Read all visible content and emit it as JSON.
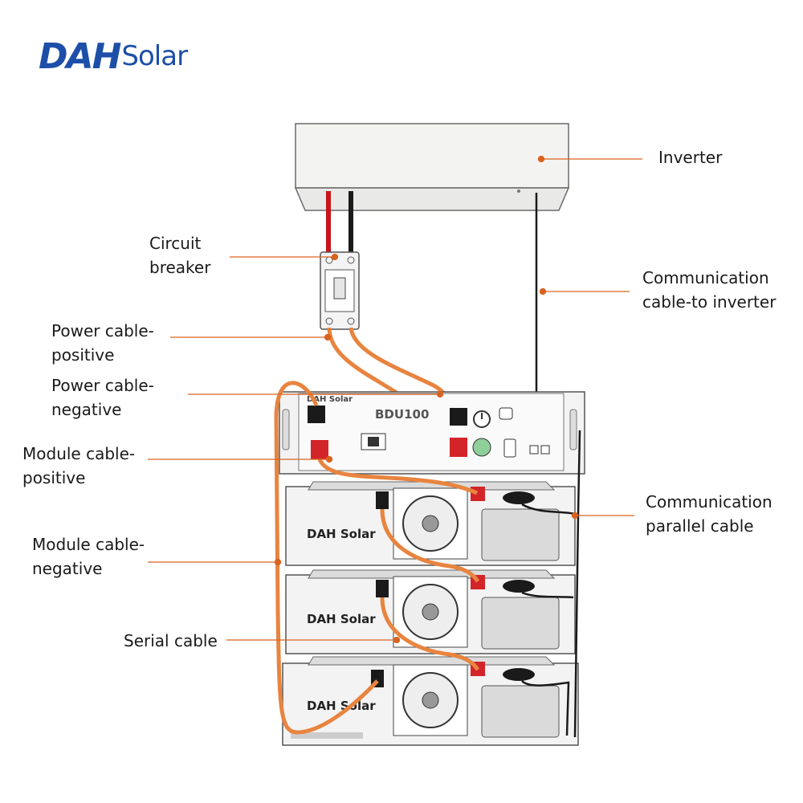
{
  "brand": {
    "mark": "DAH",
    "word": "Solar"
  },
  "labels": {
    "inverter": "Inverter",
    "circuit_breaker": [
      "Circuit",
      "breaker"
    ],
    "comm_cable_inverter": [
      "Communication",
      "cable-to inverter"
    ],
    "power_cable_positive": [
      "Power cable-",
      "positive"
    ],
    "power_cable_negative": [
      "Power cable-",
      "negative"
    ],
    "module_cable_positive": [
      "Module cable-",
      "positive"
    ],
    "module_cable_negative": [
      "Module cable-",
      "negative"
    ],
    "comm_parallel_cable": [
      "Communication",
      "parallel cable"
    ],
    "serial_cable": "Serial cable"
  },
  "device": {
    "bdu_model": "BDU100",
    "module_brand": "DAH Solar",
    "plus": "+",
    "minus": "−"
  },
  "colors": {
    "leader": "#d9631e",
    "orange_cable": "#e8843f",
    "red_cable": "#c7161b",
    "black_cable": "#1a1a1a",
    "brand_blue": "#1d4fa8",
    "device_fill": "#f2f2f2",
    "device_stroke": "#555555"
  }
}
